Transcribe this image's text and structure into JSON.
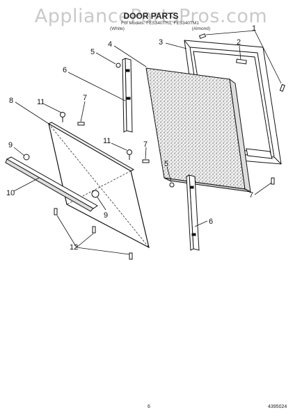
{
  "watermark": "AppliancePartsPros.com",
  "title": "DOOR PARTS",
  "subtitle": {
    "line1": "For Models: FES340TH1, FES340TM1",
    "left": "(White)",
    "right": "(Almond)"
  },
  "callouts": [
    "1",
    "1",
    "2",
    "3",
    "4",
    "5",
    "6",
    "7",
    "8",
    "11",
    "9",
    "10",
    "9",
    "12",
    "11",
    "7",
    "5",
    "7",
    "6"
  ],
  "footer": {
    "page": "6",
    "code": "4395024"
  }
}
